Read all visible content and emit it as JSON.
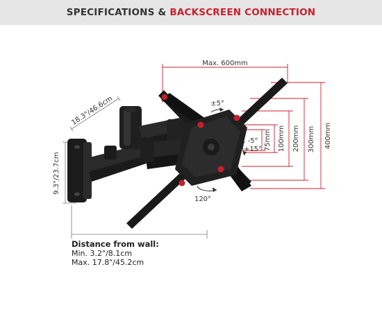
{
  "header": {
    "part1": "SPECIFICATIONS",
    "amp": "&",
    "part2": "BACKSCREEN CONNECTION",
    "colors": {
      "background": "#e6e6e6",
      "text": "#333333",
      "accent": "#c8202c"
    }
  },
  "dimensions": {
    "max_width": "Max. 600mm",
    "vesa_100": "100mm",
    "vesa_200": "200mm",
    "vesa_300": "300mm",
    "vesa_400": "400mm",
    "vesa_75": "75mm",
    "rotation": "±5°",
    "tilt_down": "-5°",
    "tilt_up": "+15°",
    "swivel": "120°",
    "arm_length": "18.3\"/46.6cm",
    "wall_plate_height": "9.3\"/23.7cm"
  },
  "distance": {
    "title": "Distance from wall:",
    "min": "Min. 3.2\"/8.1cm",
    "max": "Max. 17.8\"/45.2cm"
  },
  "colors": {
    "dimension_lines": "#c8202c",
    "mount": "#1a1a1a",
    "accent_dots": "#c8202c"
  }
}
